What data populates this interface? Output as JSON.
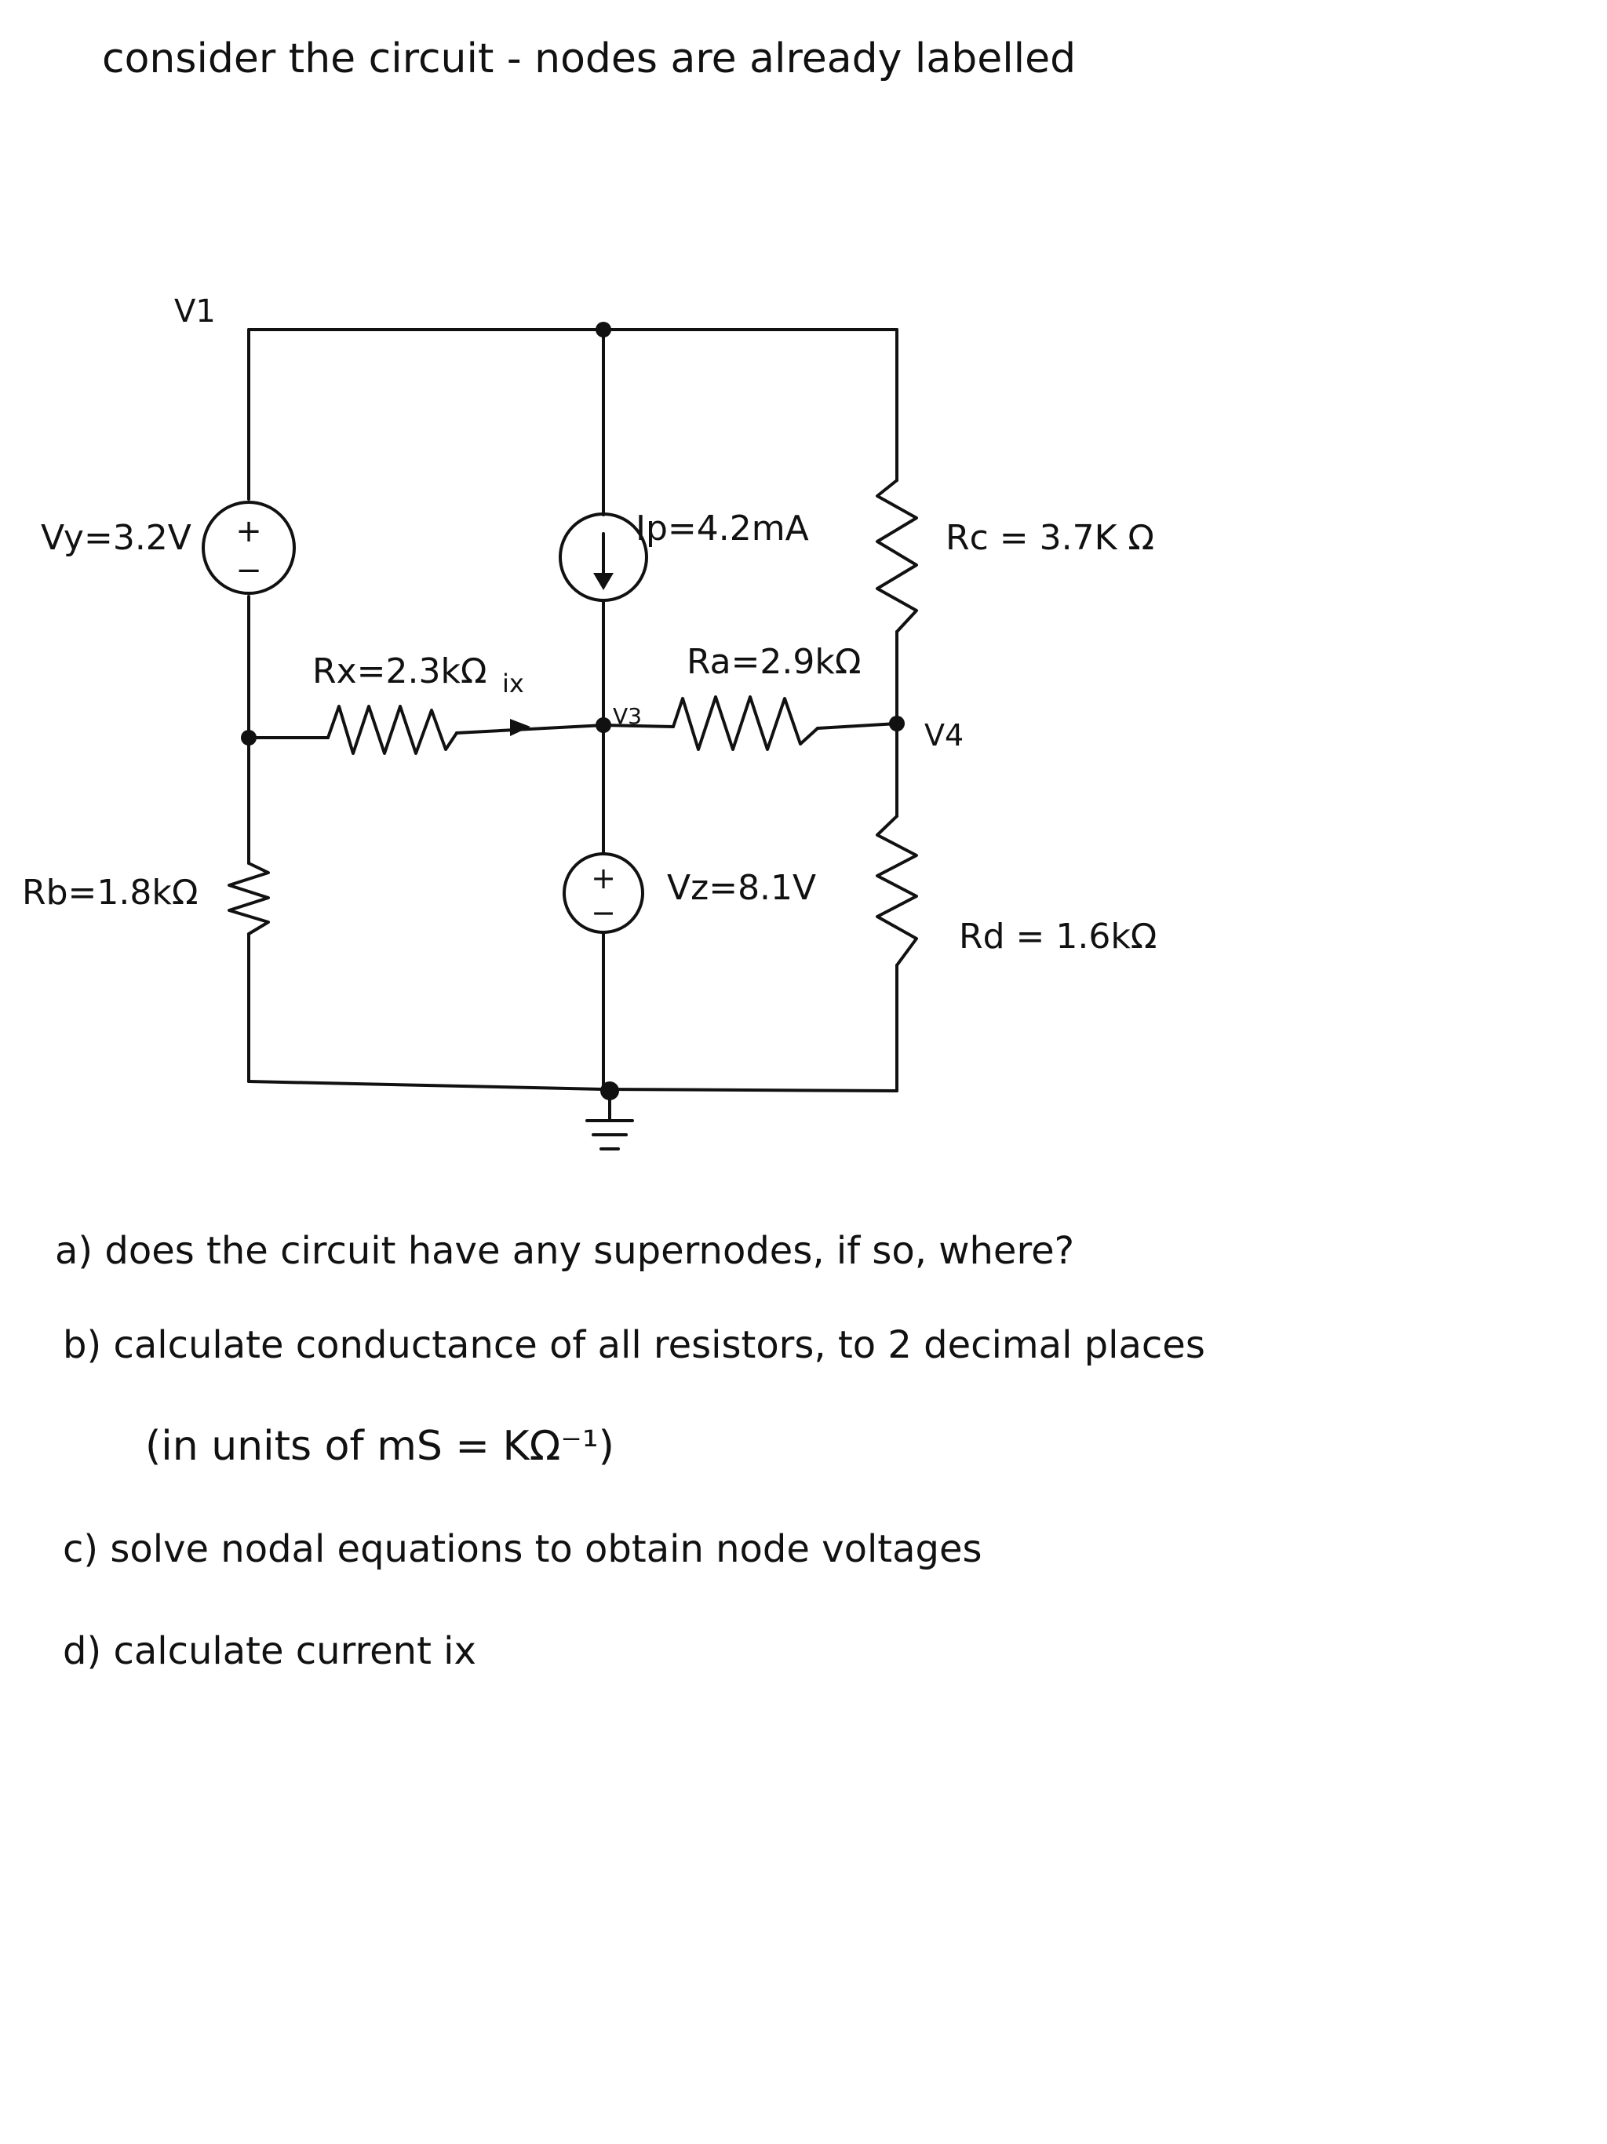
{
  "header": {
    "text": "consider the circuit - nodes are already labelled"
  },
  "nodes": {
    "v1": "V1",
    "v3": "V3",
    "v4": "V4"
  },
  "components": {
    "vy": {
      "label": "Vy=3.2V",
      "plus": "+",
      "minus": "−"
    },
    "ip": {
      "label": "Ip=4.2mA"
    },
    "rc": {
      "label": "Rc = 3.7K Ω"
    },
    "rx": {
      "label": "Rx=2.3kΩ"
    },
    "ix": {
      "label": "ix"
    },
    "ra": {
      "label": "Ra=2.9kΩ"
    },
    "rb": {
      "label": "Rb=1.8kΩ"
    },
    "vz": {
      "label": "Vz=8.1V",
      "plus": "+",
      "minus": "−"
    },
    "rd": {
      "label": "Rd = 1.6kΩ"
    }
  },
  "questions": {
    "a": "a) does the circuit have any supernodes, if so, where?",
    "b": "b) calculate conductance of all resistors, to 2 decimal places",
    "b2": "(in units of mS = KΩ⁻¹)",
    "c": "c) solve nodal equations to obtain node voltages",
    "d": "d) calculate current ix"
  }
}
